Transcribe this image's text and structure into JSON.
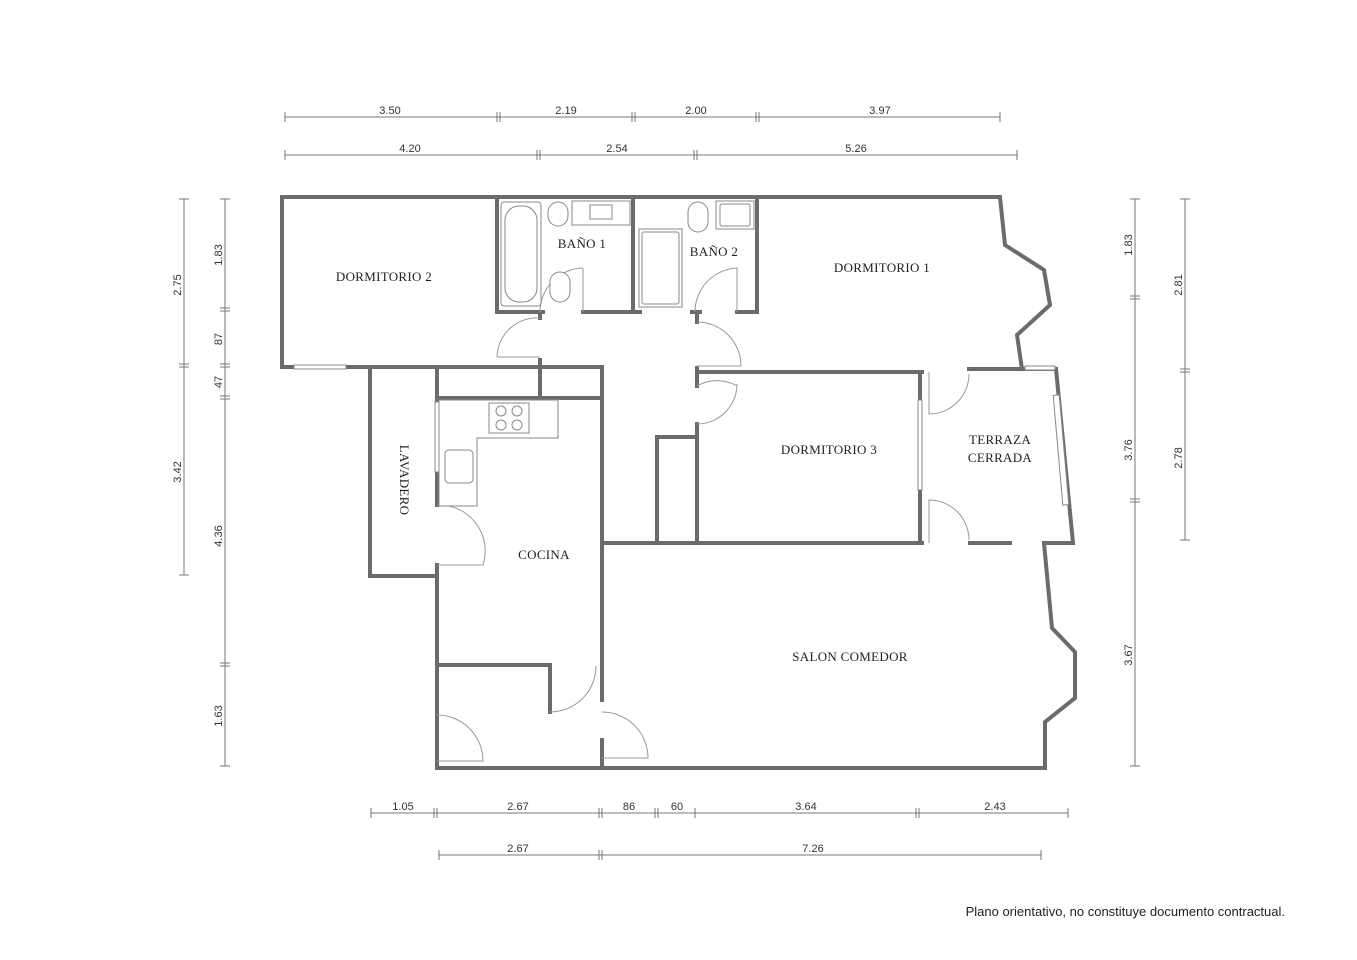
{
  "rooms": {
    "dormitorio_2": "DORMITORIO 2",
    "bano_1": "BAÑO 1",
    "bano_2": "BAÑO 2",
    "dormitorio_1": "DORMITORIO 1",
    "lavadero": "LAVADERO",
    "cocina": "COCINA",
    "dormitorio_3": "DORMITORIO 3",
    "terraza_line1": "TERRAZA",
    "terraza_line2": "CERRADA",
    "salon_comedor": "SALON COMEDOR"
  },
  "dimensions": {
    "top_row1": [
      "3.50",
      "2.19",
      "2.00",
      "3.97"
    ],
    "top_row2": [
      "4.20",
      "2.54",
      "5.26"
    ],
    "left_outer": [
      "2.75",
      "3.42"
    ],
    "left_inner": [
      "1.83",
      "87",
      "47",
      "4.36",
      "1.63"
    ],
    "right_inner": [
      "1.83",
      "3.76",
      "3.67"
    ],
    "right_outer": [
      "2.81",
      "2.78"
    ],
    "bottom_row1": [
      "1.05",
      "2.67",
      "86",
      "60",
      "3.64",
      "2.43"
    ],
    "bottom_row2": [
      "2.67",
      "7.26"
    ]
  },
  "disclaimer": "Plano orientativo, no constituye documento contractual."
}
